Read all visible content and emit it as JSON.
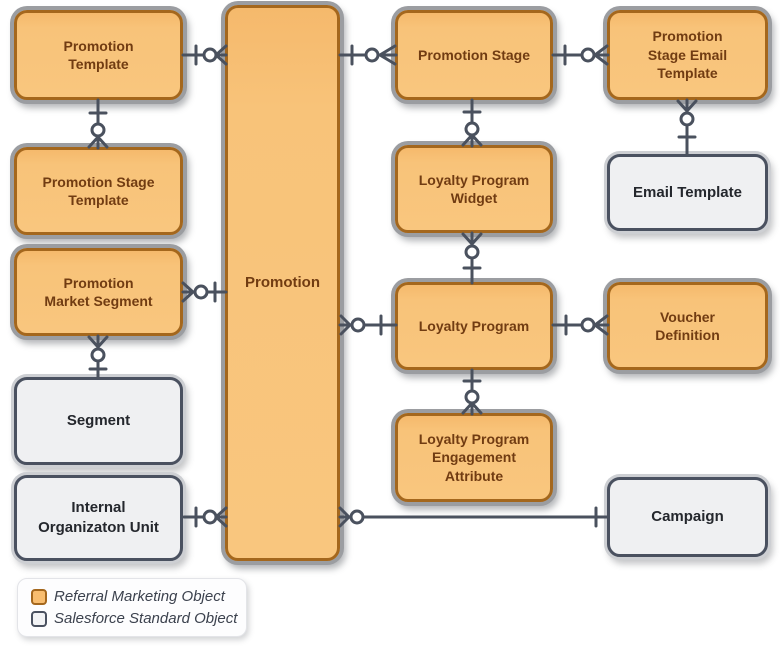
{
  "nodes": {
    "promotion_template": {
      "label": "Promotion\nTemplate",
      "type": "referral"
    },
    "promotion_stage_template": {
      "label": "Promotion Stage\nTemplate",
      "type": "referral"
    },
    "promotion_market_segment": {
      "label": "Promotion\nMarket Segment",
      "type": "referral"
    },
    "segment": {
      "label": "Segment",
      "type": "standard"
    },
    "internal_organizaton_unit": {
      "label": "Internal\nOrganizaton Unit",
      "type": "standard"
    },
    "promotion": {
      "label": "Promotion",
      "type": "referral"
    },
    "promotion_stage": {
      "label": "Promotion Stage",
      "type": "referral"
    },
    "loyalty_program_widget": {
      "label": "Loyalty Program\nWidget",
      "type": "referral"
    },
    "loyalty_program": {
      "label": "Loyalty Program",
      "type": "referral"
    },
    "loyalty_program_engagement_attribute": {
      "label": "Loyalty Program\nEngagement\nAttribute",
      "type": "referral"
    },
    "promotion_stage_email_template": {
      "label": "Promotion\nStage Email\nTemplate",
      "type": "referral"
    },
    "email_template": {
      "label": "Email Template",
      "type": "standard"
    },
    "voucher_definition": {
      "label": "Voucher\nDefinition",
      "type": "referral"
    },
    "campaign": {
      "label": "Campaign",
      "type": "standard"
    }
  },
  "relationships": [
    {
      "from": "promotion_template",
      "to": "promotion",
      "from_cardinality": "one",
      "to_cardinality": "zero-or-many"
    },
    {
      "from": "promotion_template",
      "to": "promotion_stage_template",
      "from_cardinality": "one",
      "to_cardinality": "zero-or-many"
    },
    {
      "from": "promotion",
      "to": "promotion_market_segment",
      "from_cardinality": "one",
      "to_cardinality": "zero-or-many"
    },
    {
      "from": "segment",
      "to": "promotion_market_segment",
      "from_cardinality": "one",
      "to_cardinality": "zero-or-many"
    },
    {
      "from": "internal_organizaton_unit",
      "to": "promotion",
      "from_cardinality": "one",
      "to_cardinality": "zero-or-many"
    },
    {
      "from": "campaign",
      "to": "promotion",
      "from_cardinality": "one",
      "to_cardinality": "zero-or-many"
    },
    {
      "from": "promotion",
      "to": "promotion_stage",
      "from_cardinality": "one",
      "to_cardinality": "zero-or-many"
    },
    {
      "from": "promotion_stage",
      "to": "promotion_stage_email_template",
      "from_cardinality": "one",
      "to_cardinality": "zero-or-many"
    },
    {
      "from": "email_template",
      "to": "promotion_stage_email_template",
      "from_cardinality": "one",
      "to_cardinality": "zero-or-many"
    },
    {
      "from": "promotion_stage",
      "to": "loyalty_program_widget",
      "from_cardinality": "one",
      "to_cardinality": "zero-or-many"
    },
    {
      "from": "loyalty_program",
      "to": "loyalty_program_widget",
      "from_cardinality": "one",
      "to_cardinality": "zero-or-many"
    },
    {
      "from": "loyalty_program",
      "to": "promotion",
      "from_cardinality": "one",
      "to_cardinality": "zero-or-many"
    },
    {
      "from": "loyalty_program",
      "to": "voucher_definition",
      "from_cardinality": "one",
      "to_cardinality": "zero-or-many"
    },
    {
      "from": "loyalty_program",
      "to": "loyalty_program_engagement_attribute",
      "from_cardinality": "one",
      "to_cardinality": "zero-or-many"
    }
  ],
  "legend": {
    "items": [
      {
        "label": "Referral Marketing Object",
        "swatch": "referral",
        "swatch_color": "#F8BD6F"
      },
      {
        "label": "Salesforce Standard Object",
        "swatch": "standard",
        "swatch_color": "#F2F3F5"
      }
    ]
  },
  "colors": {
    "referral_fill": "#F8C379",
    "referral_border": "#A4671D",
    "referral_text": "#713C12",
    "standard_fill": "#EFF0F2",
    "standard_border": "#4A5160",
    "standard_text": "#24272D",
    "box_outline_gray": "#9B9DA1",
    "connector": "#4A515E",
    "connector_dot_fill": "#FFFFFF"
  }
}
